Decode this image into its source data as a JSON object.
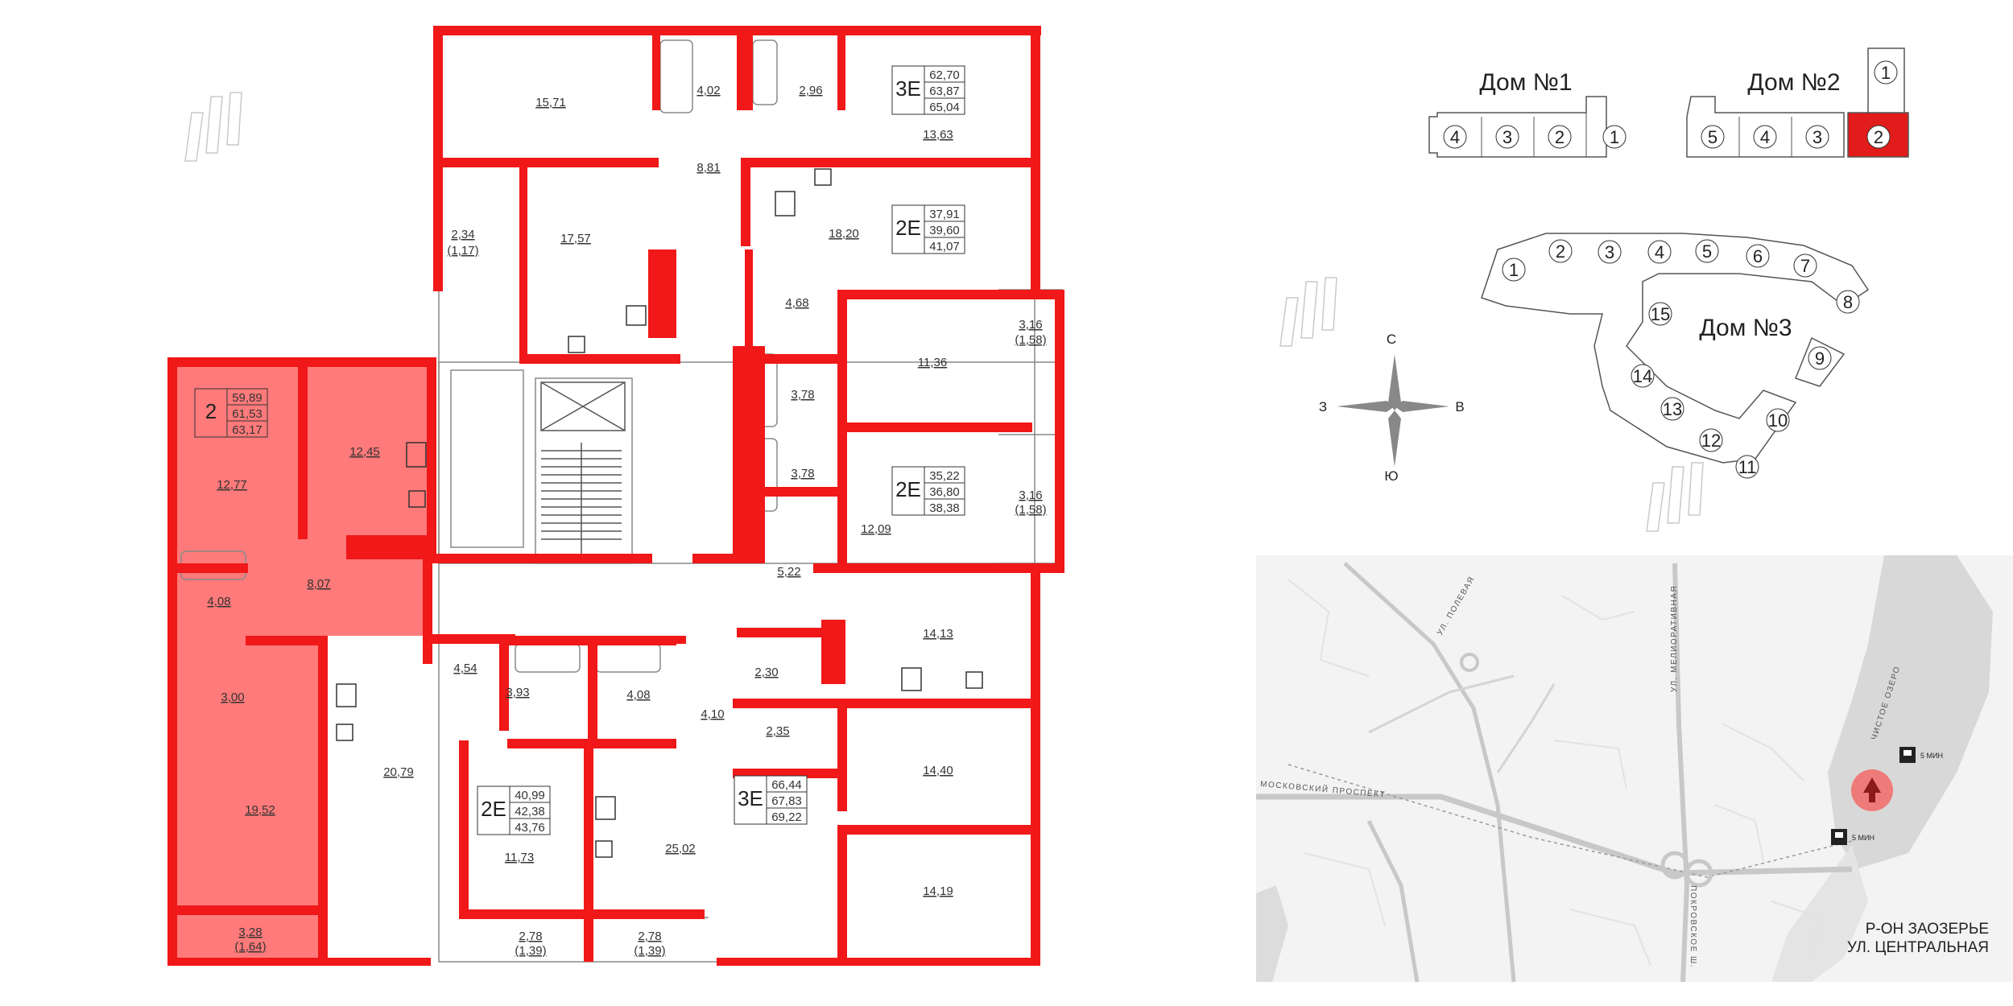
{
  "colors": {
    "wall": "#f01818",
    "highlight": "#ff7a7a",
    "badge": "#e21b1b",
    "map_bg": "#f3f3f3"
  },
  "floorplan": {
    "rooms": [
      {
        "id": "r1",
        "area": "15,71"
      },
      {
        "id": "r2",
        "area": "4,02"
      },
      {
        "id": "r3",
        "area": "2,96"
      },
      {
        "id": "r4",
        "area": "13,63"
      },
      {
        "id": "r5",
        "area": "8,81"
      },
      {
        "id": "r6",
        "area": "2,34",
        "sub": "(1,17)"
      },
      {
        "id": "r7",
        "area": "17,57"
      },
      {
        "id": "r8",
        "area": "18,20"
      },
      {
        "id": "r9",
        "area": "4,68"
      },
      {
        "id": "r10",
        "area": "11,36"
      },
      {
        "id": "r11",
        "area": "3,16",
        "sub": "(1,58)"
      },
      {
        "id": "r12",
        "area": "3,78"
      },
      {
        "id": "r13",
        "area": "3,78"
      },
      {
        "id": "r14",
        "area": "12,09"
      },
      {
        "id": "r15",
        "area": "3,16",
        "sub": "(1,58)"
      },
      {
        "id": "r16",
        "area": "12,45"
      },
      {
        "id": "r17",
        "area": "12,77"
      },
      {
        "id": "r18",
        "area": "8,07"
      },
      {
        "id": "r19",
        "area": "4,08"
      },
      {
        "id": "r20",
        "area": "3,00"
      },
      {
        "id": "r21",
        "area": "19,52"
      },
      {
        "id": "r22",
        "area": "3,28",
        "sub": "(1,64)"
      },
      {
        "id": "r23",
        "area": "5,22"
      },
      {
        "id": "r24",
        "area": "14,13"
      },
      {
        "id": "r25",
        "area": "4,54"
      },
      {
        "id": "r26",
        "area": "3,93"
      },
      {
        "id": "r27",
        "area": "4,08"
      },
      {
        "id": "r28",
        "area": "4,10"
      },
      {
        "id": "r29",
        "area": "2,30"
      },
      {
        "id": "r30",
        "area": "2,35"
      },
      {
        "id": "r31",
        "area": "20,79"
      },
      {
        "id": "r32",
        "area": "11,73"
      },
      {
        "id": "r33",
        "area": "25,02"
      },
      {
        "id": "r34",
        "area": "14,40"
      },
      {
        "id": "r35",
        "area": "14,19"
      },
      {
        "id": "r36",
        "area": "2,78",
        "sub": "(1,39)"
      },
      {
        "id": "r37",
        "area": "2,78",
        "sub": "(1,39)"
      }
    ],
    "apartments": [
      {
        "id": "a1",
        "tag": "3Е",
        "areas": [
          "62,70",
          "63,87",
          "65,04"
        ]
      },
      {
        "id": "a2",
        "tag": "2Е",
        "areas": [
          "37,91",
          "39,60",
          "41,07"
        ]
      },
      {
        "id": "a3",
        "tag": "2Е",
        "areas": [
          "35,22",
          "36,80",
          "38,38"
        ]
      },
      {
        "id": "a4",
        "tag": "2",
        "areas": [
          "59,89",
          "61,53",
          "63,17"
        ],
        "selected": true
      },
      {
        "id": "a5",
        "tag": "2Е",
        "areas": [
          "40,99",
          "42,38",
          "43,76"
        ]
      },
      {
        "id": "a6",
        "tag": "3Е",
        "areas": [
          "66,44",
          "67,83",
          "69,22"
        ]
      }
    ]
  },
  "site_plan": {
    "house1": {
      "title": "Дом №1",
      "sections": [
        "4",
        "3",
        "2",
        "1"
      ]
    },
    "house2": {
      "title": "Дом №2",
      "sections": [
        "5",
        "4",
        "3",
        "2",
        "1"
      ],
      "selected": "2"
    },
    "house3": {
      "title": "Дом №3",
      "sections": [
        "1",
        "2",
        "3",
        "4",
        "5",
        "6",
        "7",
        "8",
        "9",
        "10",
        "11",
        "12",
        "13",
        "14",
        "15"
      ]
    }
  },
  "compass": {
    "n": "С",
    "s": "Ю",
    "w": "З",
    "e": "В"
  },
  "map": {
    "streets": [
      "МОСКОВСКИЙ ПРОСПЕКТ",
      "УЛ. МЕЛИОРАТИВНАЯ",
      "ЧИСТОЕ ОЗЕРО",
      "УЛ. ПОЛЕВАЯ",
      "ПОКРОВСКОЕ Ш."
    ],
    "transport": [
      {
        "icon": "bus-icon",
        "time": "5 МИН"
      },
      {
        "icon": "bus-icon",
        "time": "5 МИН"
      }
    ],
    "district": [
      "Р-ОН ЗАОЗЕРЬЕ",
      "УЛ. ЦЕНТРАЛЬНАЯ"
    ]
  }
}
